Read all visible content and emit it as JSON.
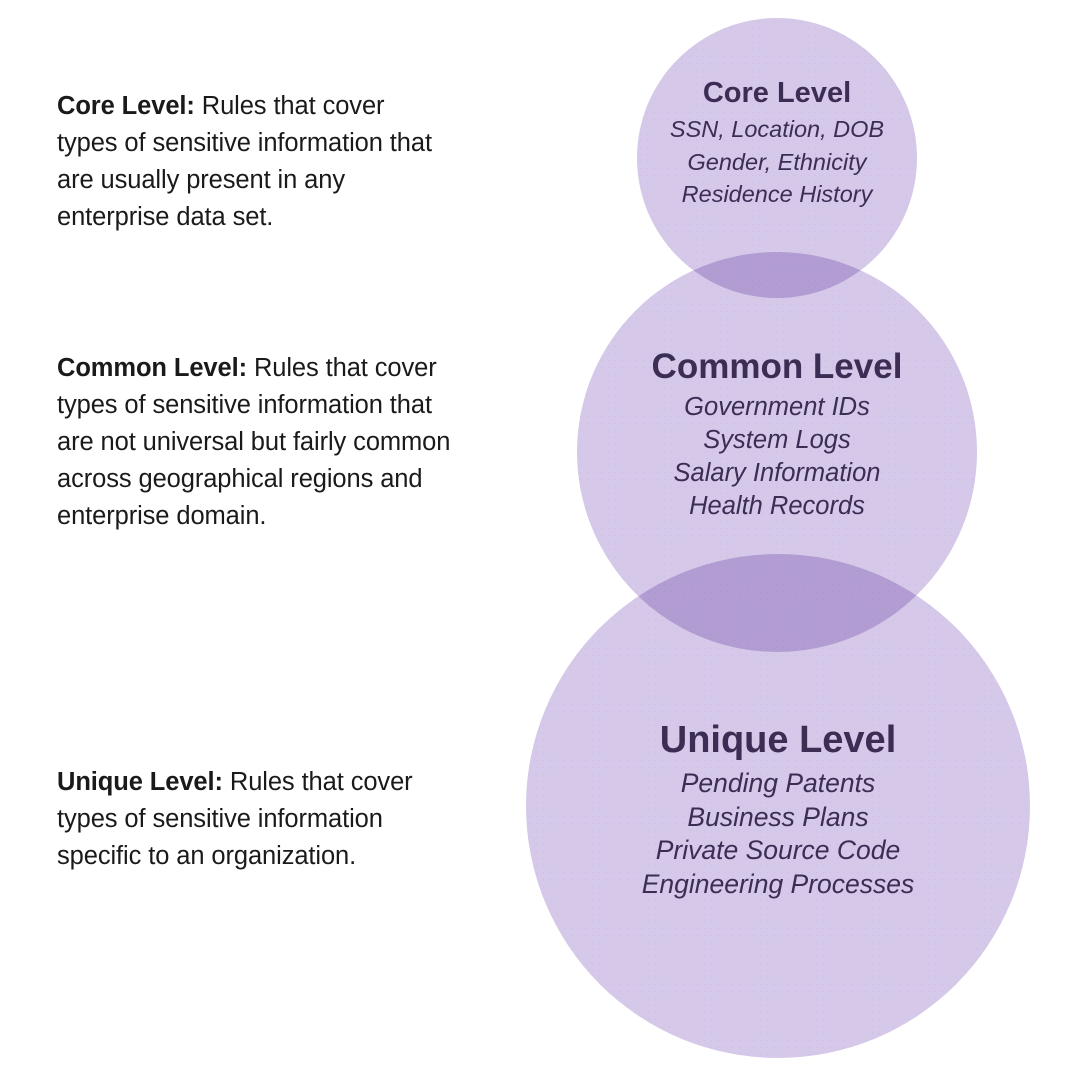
{
  "descriptions": [
    {
      "lead": "Core Level:",
      "body": " Rules that cover types of sensitive information that are usually present in any enterprise data set."
    },
    {
      "lead": "Common Level:",
      "body": " Rules that cover types of sensitive information that are not universal but fairly common across geographical regions and enterprise domain."
    },
    {
      "lead": "Unique Level:",
      "body": " Rules that cover types of sensitive information specific to an organization."
    }
  ],
  "circles": [
    {
      "title": "Core Level",
      "items": [
        "SSN, Location, DOB",
        "Gender, Ethnicity",
        "Residence History"
      ]
    },
    {
      "title": "Common Level",
      "items": [
        "Government IDs",
        "System Logs",
        "Salary Information",
        "Health Records"
      ]
    },
    {
      "title": "Unique Level",
      "items": [
        "Pending Patents",
        "Business Plans",
        "Private Source Code",
        "Engineering Processes"
      ]
    }
  ],
  "colors": {
    "circle_fill": "#d5c8e8",
    "circle_overlap": "#b09cd2",
    "circle_text": "#3b2d54",
    "body_text": "#1a1a1a",
    "background": "#ffffff"
  }
}
